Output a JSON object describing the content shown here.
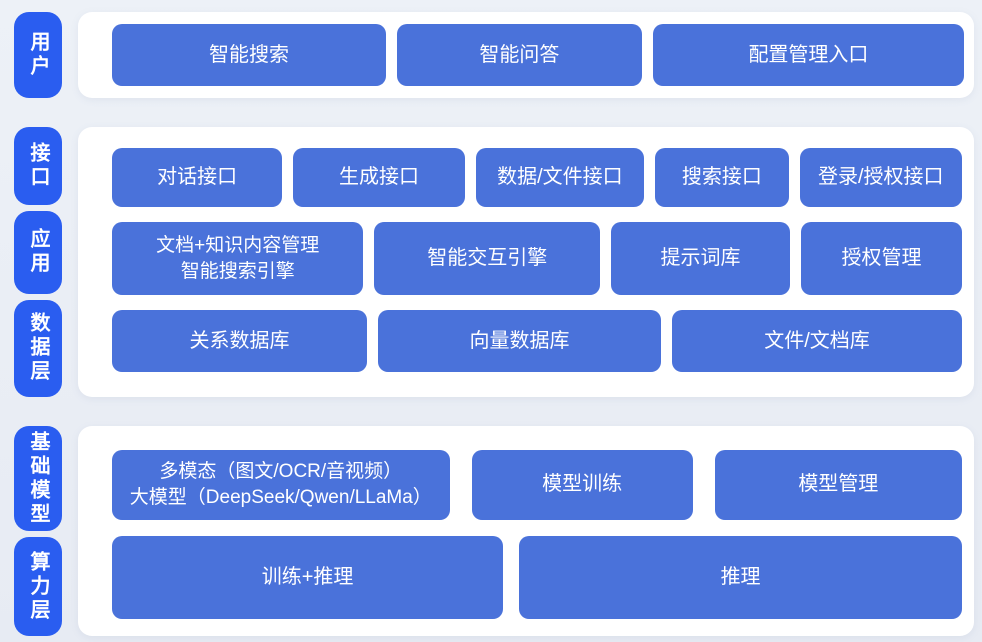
{
  "colors": {
    "page_bg": "#e9edf4",
    "panel_bg": "#ffffff",
    "pill_blue": "#2a5df0",
    "block_blue": "#4a72da",
    "text_white": "#ffffff"
  },
  "sections": [
    {
      "labels": [
        "用户"
      ],
      "rows": [
        [
          "智能搜索",
          "智能问答",
          "配置管理入口"
        ]
      ]
    },
    {
      "labels": [
        "接口",
        "应用",
        "数据层"
      ],
      "rows": [
        [
          "对话接口",
          "生成接口",
          "数据/文件接口",
          "搜索接口",
          "登录/授权接口"
        ],
        [
          "文档+知识内容管理\n智能搜索引擎",
          "智能交互引擎",
          "提示词库",
          "授权管理"
        ],
        [
          "关系数据库",
          "向量数据库",
          "文件/文档库"
        ]
      ]
    },
    {
      "labels": [
        "基础模型",
        "算力层"
      ],
      "rows": [
        [
          "多模态（图文/OCR/音视频）\n大模型（DeepSeek/Qwen/LLaMa）",
          "模型训练",
          "模型管理"
        ],
        [
          "训练+推理",
          "推理"
        ]
      ]
    }
  ]
}
